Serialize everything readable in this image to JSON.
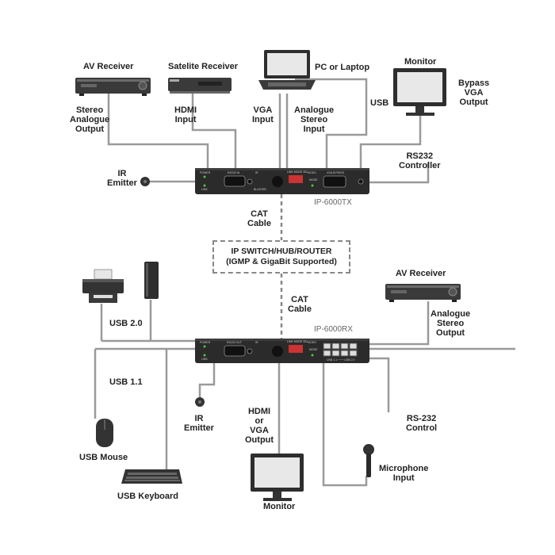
{
  "tx": {
    "model": "IP-6000TX",
    "panel": {
      "power": "POWER",
      "link": "LINK",
      "rs232": "RS232 IN",
      "ir": "IR",
      "blaster": "BLASTER",
      "video": "VIDEO",
      "mode": "MODE",
      "vga_bypass": "VGA BYPASS",
      "link_mode": "LINK MODE SEL"
    }
  },
  "rx": {
    "model": "IP-6000RX",
    "panel": {
      "power": "POWER",
      "link": "LINK",
      "rs232": "RS232 OUT",
      "ir": "IR",
      "video": "VIDEO",
      "mode": "MODE",
      "usb": "USB 1.1 ─── USB 2.0",
      "link_mode": "LINK MODE SEL"
    }
  },
  "switch": {
    "line1": "IP SWITCH/HUB/ROUTER",
    "line2": "(IGMP & GigaBit Supported)"
  },
  "labels": {
    "av_receiver_top": "AV Receiver",
    "stereo_analogue_output": "Stereo\nAnalogue\nOutput",
    "satelite_receiver": "Satelite Receiver",
    "hdmi_input": "HDMI\nInput",
    "pc_or_laptop": "PC or Laptop",
    "vga_input": "VGA\nInput",
    "analogue_stereo_input": "Analogue\nStereo\nInput",
    "monitor_top": "Monitor",
    "bypass_vga_output": "Bypass\nVGA\nOutput",
    "usb": "USB",
    "rs232_controller": "RS232\nController",
    "ir_emitter_top": "IR\nEmitter",
    "cat_cable_top": "CAT\nCable",
    "cat_cable_bottom": "CAT\nCable",
    "av_receiver_bottom": "AV Receiver",
    "analogue_stereo_output": "Analogue\nStereo\nOutput",
    "usb_20": "USB 2.0",
    "usb_11": "USB 1.1",
    "ir_emitter_bottom": "IR\nEmitter",
    "hdmi_or_vga_output": "HDMI\nor\nVGA\nOutput",
    "rs232_control": "RS-232\nControl",
    "usb_mouse": "USB Mouse",
    "usb_keyboard": "USB Keyboard",
    "monitor_bottom": "Monitor",
    "microphone_input": "Microphone\nInput"
  },
  "colors": {
    "device": "#2b2b2b",
    "cable": "#9a9a9a",
    "dashed": "#888888",
    "text": "#222222"
  }
}
